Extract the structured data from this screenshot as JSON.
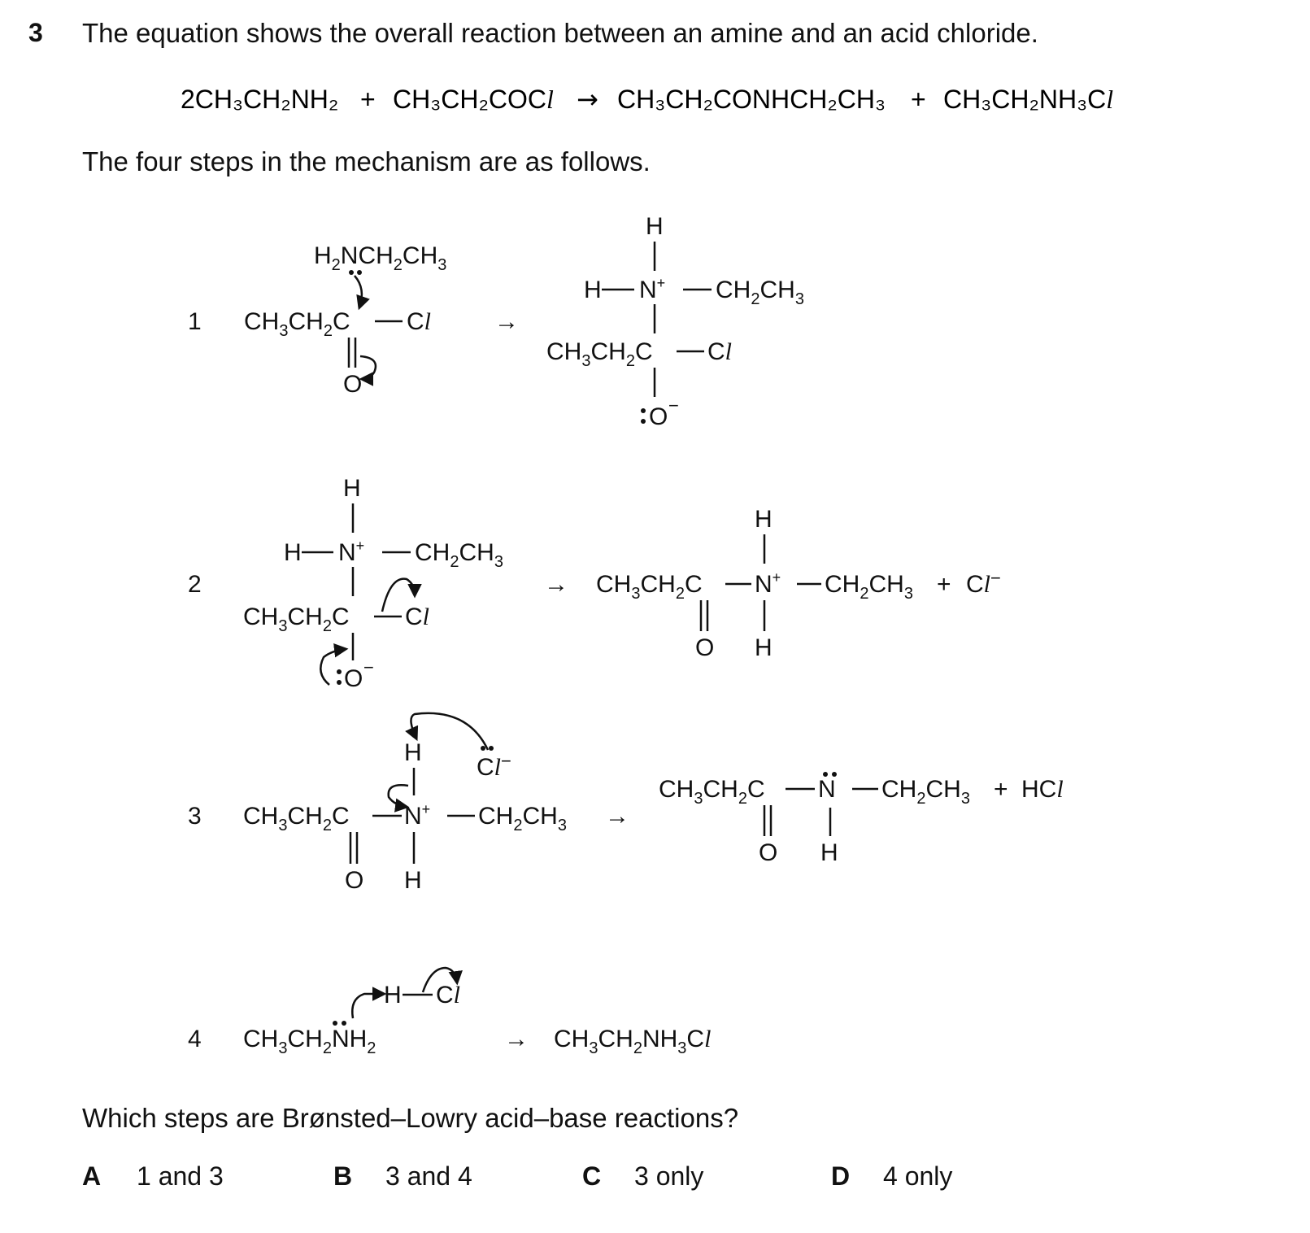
{
  "question": {
    "number": "3",
    "intro": "The equation shows the overall reaction between an amine and an acid chloride.",
    "equation": {
      "lhs1": "2CH₃CH₂NH₂",
      "plus1": "+",
      "lhs2": "CH₃CH₂COC",
      "arrow": "→",
      "rhs1": "CH₃CH₂CONHCH₂CH₃",
      "plus2": "+",
      "rhs2": "CH₃CH₂NH₃C",
      "cl_letter": "l"
    },
    "mechanism_intro": "The four steps in the mechanism are as follows.",
    "steps": [
      {
        "number": "1"
      },
      {
        "number": "2"
      },
      {
        "number": "3"
      },
      {
        "number": "4"
      }
    ],
    "prompt": "Which steps are Brønsted–Lowry acid–base reactions?",
    "options": [
      {
        "letter": "A",
        "text": "1 and 3"
      },
      {
        "letter": "B",
        "text": "3 and 4"
      },
      {
        "letter": "C",
        "text": "3 only"
      },
      {
        "letter": "D",
        "text": "4 only"
      }
    ]
  }
}
